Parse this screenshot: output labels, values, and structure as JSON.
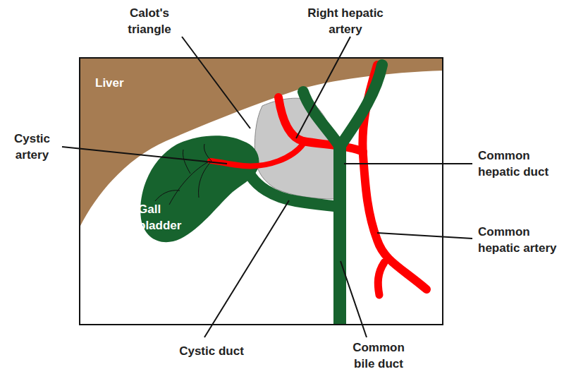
{
  "diagram": {
    "labels": [
      "Calot's triangle",
      "Right hepatic artery",
      "Liver",
      "Cystic artery",
      "Common hepatic duct",
      "Gall bladder",
      "Common hepatic artery",
      "Cystic duct",
      "Common bile duct"
    ]
  }
}
